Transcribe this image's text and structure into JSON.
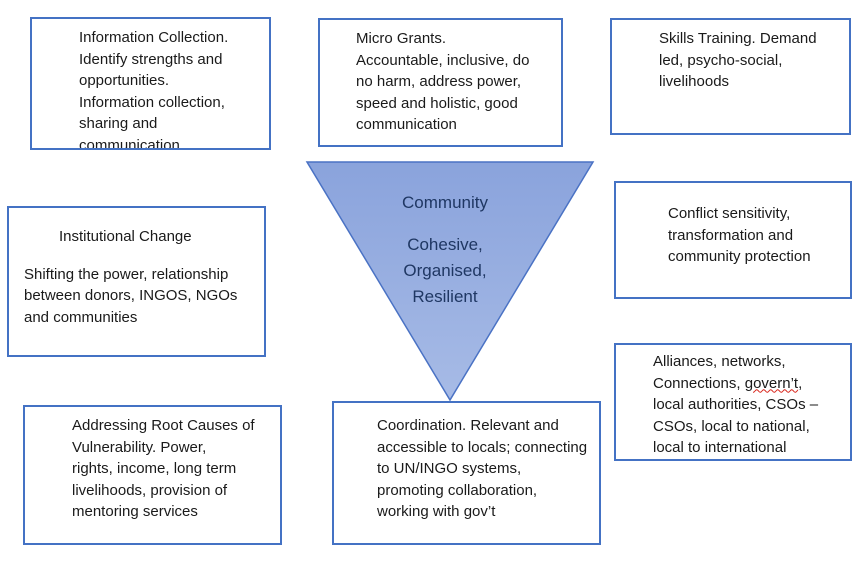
{
  "center": {
    "title": "Community",
    "subtitle": "Cohesive,\nOrganised,\nResilient",
    "fill_top": "#8aa3dc",
    "fill_bottom": "#a7bbe6",
    "stroke": "#4a72c4"
  },
  "boxes": {
    "information_collection": "Information Collection.\nIdentify strengths and\nopportunities.\nInformation collection,\nsharing and\ncommunication",
    "micro_grants": "Micro Grants.\nAccountable, inclusive, do\nno harm, address power,\nspeed and holistic, good\ncommunication",
    "skills_training": "Skills Training. Demand\nled, psycho-social,\nlivelihoods",
    "institutional_change_title": "Institutional Change",
    "institutional_change_body": "Shifting the power, relationship\nbetween donors, INGOS, NGOs\nand communities",
    "conflict_sensitivity": "Conflict sensitivity,\ntransformation and\ncommunity protection",
    "alliances_1": "Alliances, networks,\nConnections, ",
    "alliances_misspelled": "govern’t",
    "alliances_2": ",\nlocal authorities, CSOs –\nCSOs, local to national,\nlocal to international",
    "root_causes": "Addressing Root Causes of\nVulnerability. Power,\nrights, income, long term\nlivelihoods, provision of\nmentoring services",
    "coordination": "Coordination. Relevant and\naccessible to locals; connecting\nto UN/INGO systems,\npromoting collaboration,\nworking with gov’t"
  },
  "colors": {
    "box_border": "#4472c4",
    "spellcheck_underline": "#d9261c"
  }
}
